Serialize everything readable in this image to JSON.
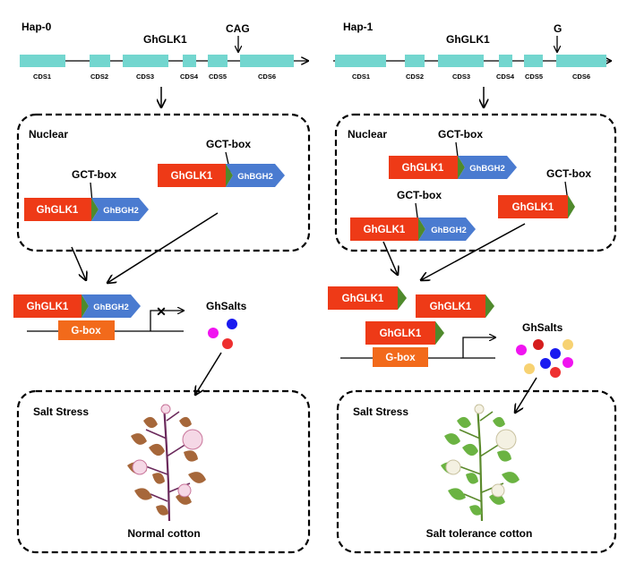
{
  "left": {
    "hap": "Hap-0",
    "gene": "GhGLK1",
    "snp": "CAG",
    "cds": [
      "CDS1",
      "CDS2",
      "CDS3",
      "CDS4",
      "CDS5",
      "CDS6"
    ],
    "nuclear": "Nuclear",
    "gct1": "GCT-box",
    "gct2": "GCT-box",
    "glk": "GhGLK1",
    "bgh": "GhBGH2",
    "gbox": "G-box",
    "salts": "GhSalts",
    "stress": "Salt Stress",
    "caption": "Normal cotton"
  },
  "right": {
    "hap": "Hap-1",
    "gene": "GhGLK1",
    "snp": "G",
    "cds": [
      "CDS1",
      "CDS2",
      "CDS3",
      "CDS4",
      "CDS5",
      "CDS6"
    ],
    "nuclear": "Nuclear",
    "gct1": "GCT-box",
    "gct2": "GCT-box",
    "gct3": "GCT-box",
    "glk": "GhGLK1",
    "bgh": "GhBGH2",
    "gbox": "G-box",
    "salts": "GhSalts",
    "stress": "Salt Stress",
    "caption": "Salt tolerance cotton"
  },
  "colors": {
    "cds": "#73d6cf",
    "glk": "#ee3a17",
    "bgh": "#4a7bd0",
    "triangle": "#4f8a2c",
    "gbox": "#f26a1b"
  }
}
